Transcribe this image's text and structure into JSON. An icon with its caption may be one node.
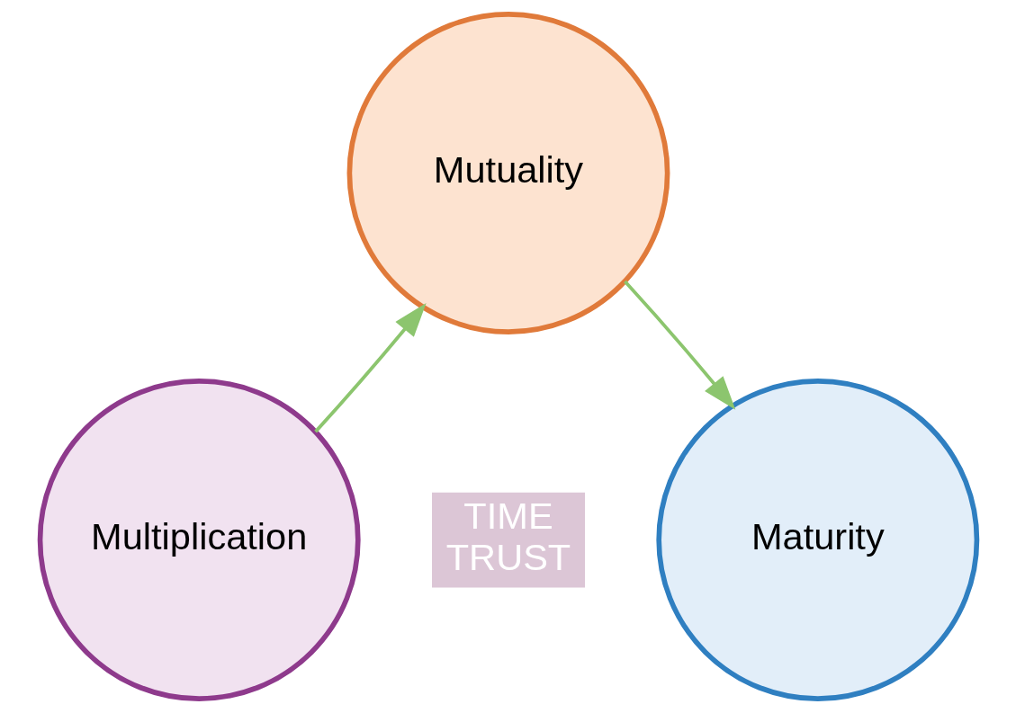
{
  "diagram": {
    "nodes": [
      {
        "text": [
          "Mutuality"
        ]
      },
      {
        "text": [
          "Multiplication"
        ]
      },
      {
        "text": [
          "Maturity"
        ]
      }
    ],
    "edges": [
      {
        "from": 1,
        "to": 0,
        "arrow": "to"
      },
      {
        "from": 0,
        "to": 2,
        "arrow": "to"
      }
    ],
    "labels": [
      "TIME TRUST"
    ]
  }
}
